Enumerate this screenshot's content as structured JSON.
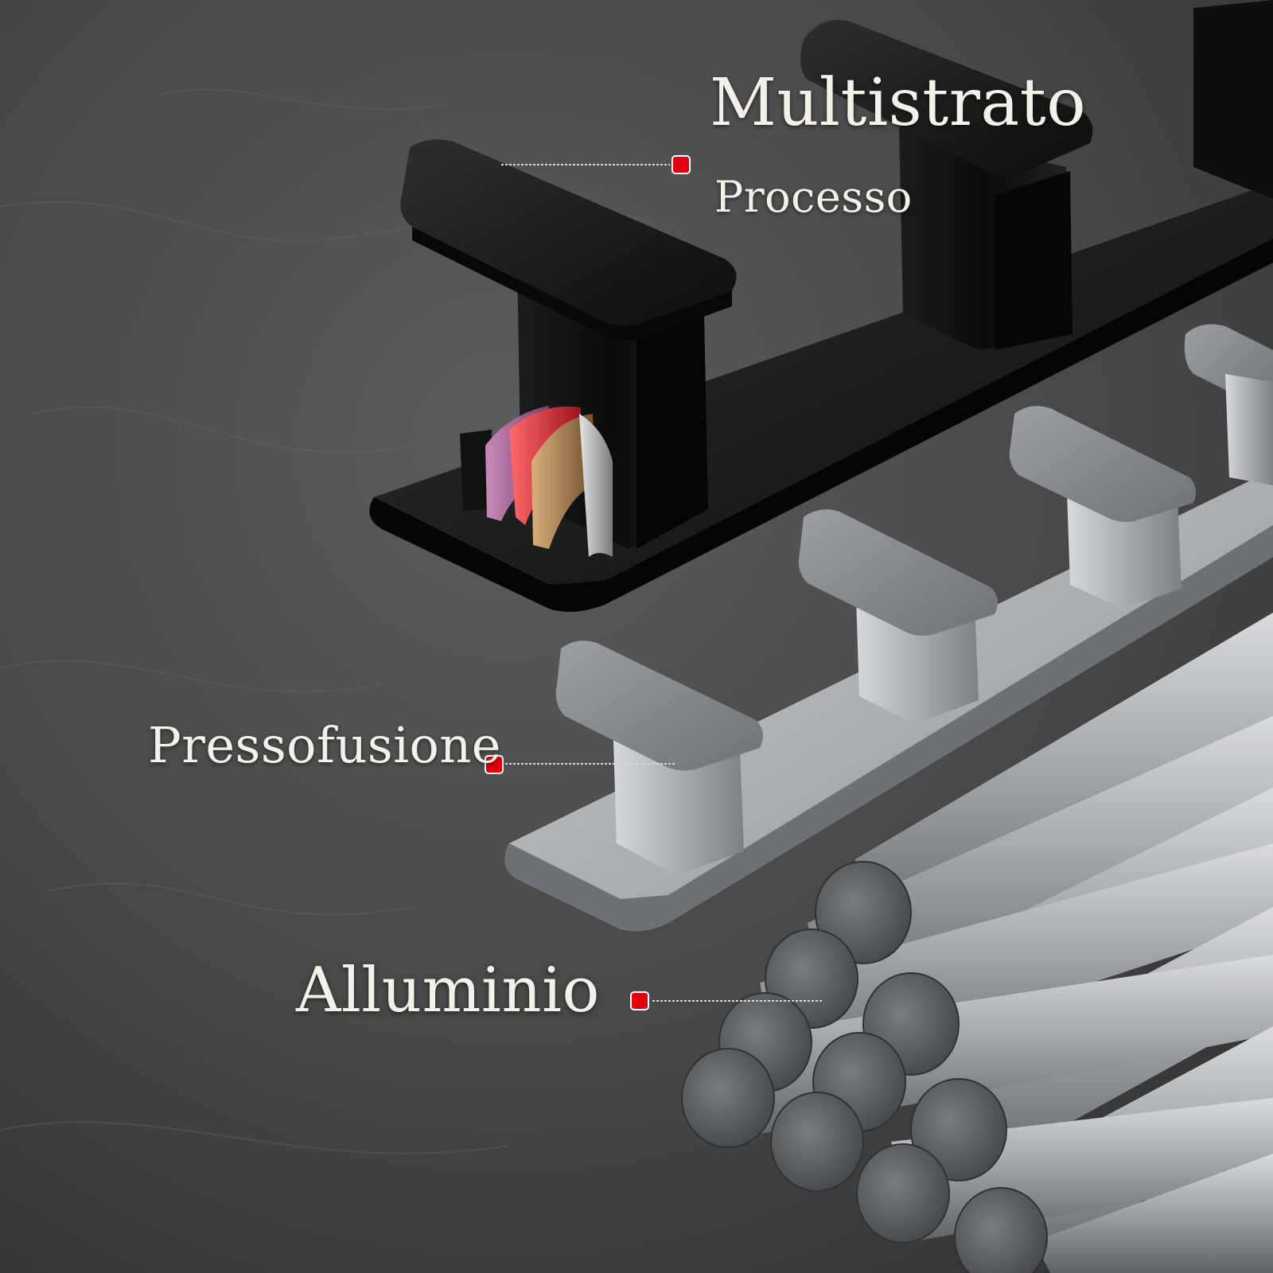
{
  "labels": {
    "multistrato": "Multistrato",
    "processo": "Processo",
    "pressofusione": "Pressofusione",
    "alluminio": "Alluminio"
  },
  "colors": {
    "marker": "#e00010",
    "background": "#4a4a4a",
    "black_finish": "#141414",
    "aluminum": "#a8acb0"
  }
}
